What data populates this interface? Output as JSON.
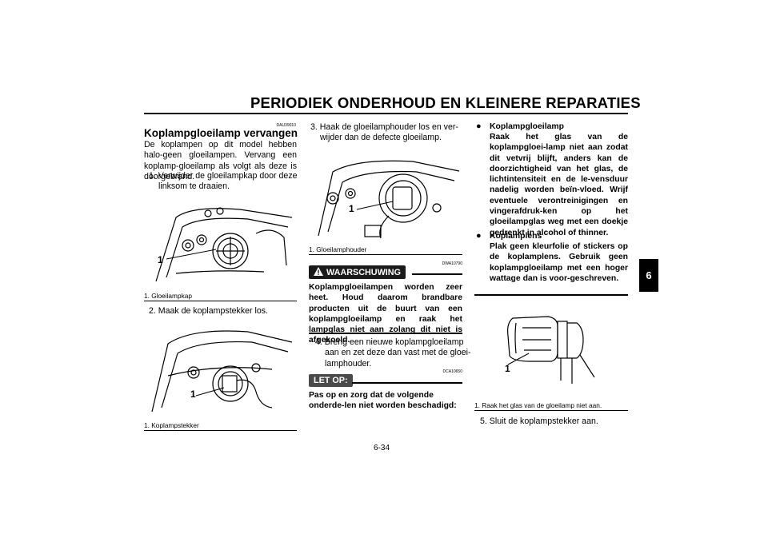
{
  "header": {
    "title": "PERIODIEK ONDERHOUD EN KLEINERE REPARATIES",
    "section_tab": "6"
  },
  "left": {
    "code": "DAU39010",
    "title": "Koplampgloeilamp vervangen",
    "intro": "De koplampen op dit model hebben halo-geen gloeilampen. Vervang een koplamp-gloeilamp als volgt als deze is doorgebrand.",
    "step1": "1. Verwijder de gloeilampkap door deze linksom te draaien.",
    "fig1_callout": "1",
    "fig1_caption": "1. Gloeilampkap",
    "step2": "2. Maak de koplampstekker los.",
    "fig2_callout": "1",
    "fig2_caption": "1. Koplampstekker"
  },
  "middle": {
    "step3": "3. Haak de gloeilamphouder los en ver-wijder dan de defecte gloeilamp.",
    "fig3_callout": "1",
    "fig3_caption": "1. Gloeilamphouder",
    "warning_code": "DWA10790",
    "warning_label": "WAARSCHUWING",
    "warning_text": "Koplampgloeilampen worden zeer heet. Houd daarom brandbare producten uit de buurt van een koplampgloeilamp en raak het lampglas niet aan zolang dit niet is afgekoeld.",
    "step4": "4. Breng een nieuwe koplampgloeilamp aan en zet deze dan vast met de gloei-lamphouder.",
    "notice_code": "DCA10650",
    "notice_label": "LET OP:",
    "notice_text": "Pas op en zorg dat de volgende onderde-len niet worden beschadigd:"
  },
  "right": {
    "bullet1_title": "Koplampgloeilamp",
    "bullet1_text": "Raak het glas van de koplampgloei-lamp niet aan zodat dit vetvrij blijft, anders kan de doorzichtigheid van het glas, de lichtintensiteit en de le-vensduur nadelig worden beïn-vloed. Wrijf eventuele verontreinigingen en vingerafdruk-ken op het gloeilampglas weg met een doekje gedrenkt in alcohol of thinner.",
    "bullet2_title": "Koplamplens",
    "bullet2_text": "Plak geen kleurfolie of stickers op de koplamplens. Gebruik geen koplampgloeilamp met een hoger wattage dan is voor-geschreven.",
    "fig4_callout": "1",
    "fig4_caption": "1. Raak het glas van de gloeilamp niet aan.",
    "step5": "5. Sluit de koplampstekker aan."
  },
  "footer": {
    "page": "6-34"
  }
}
